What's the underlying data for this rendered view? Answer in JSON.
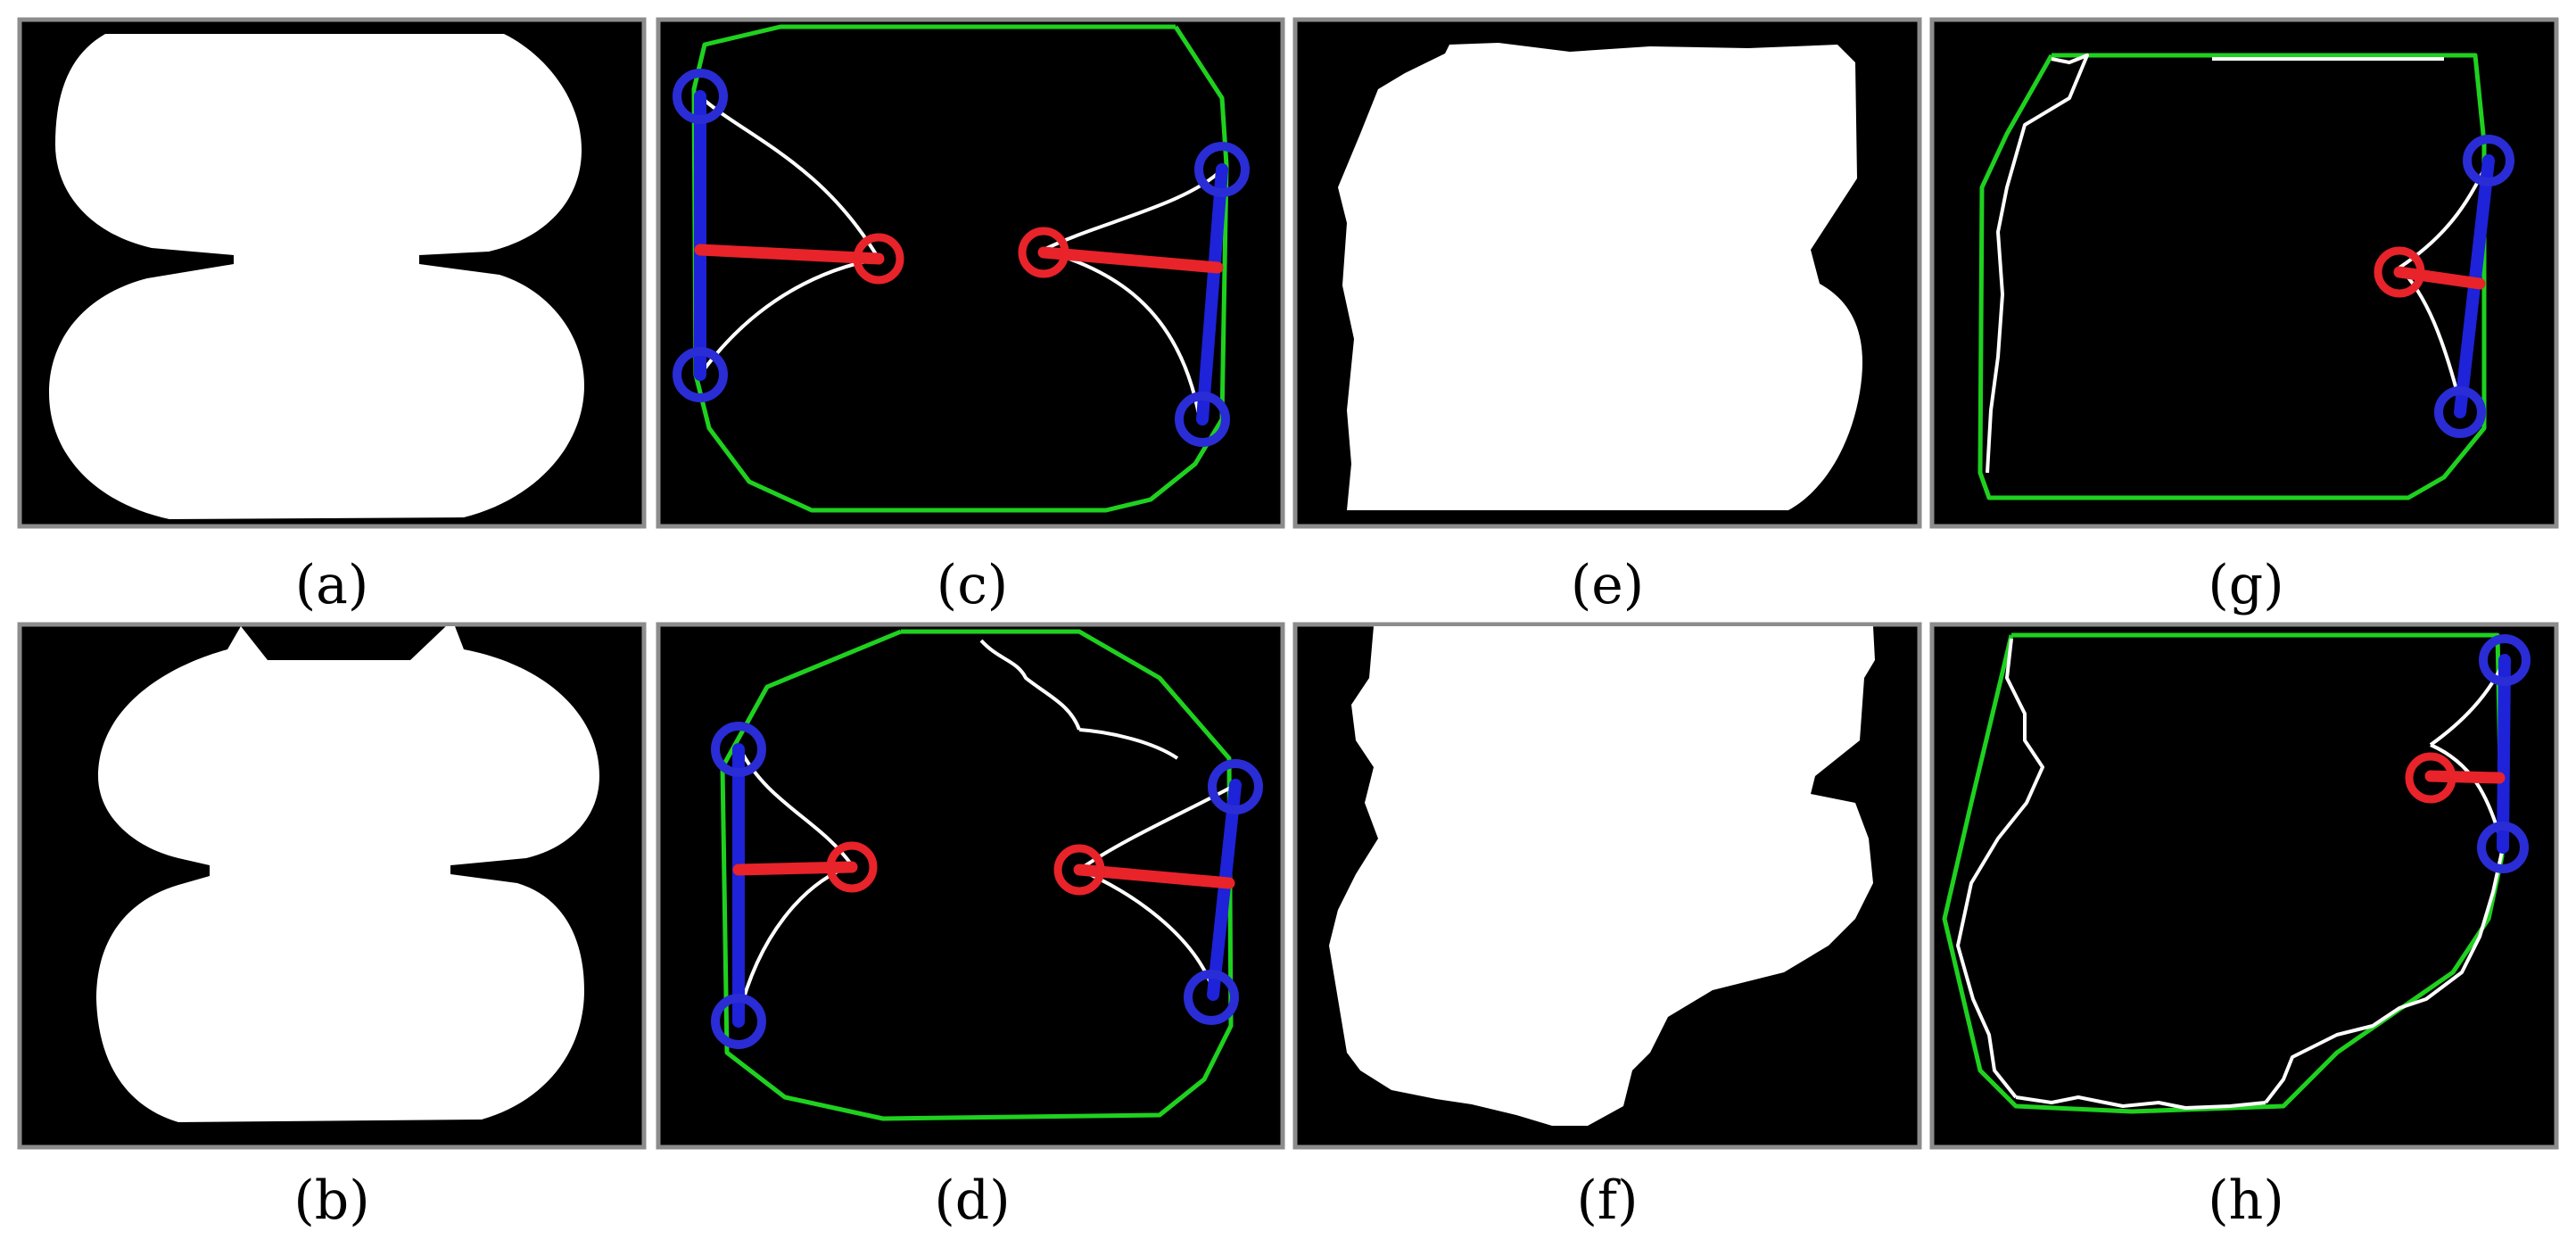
{
  "panels": {
    "a": {
      "caption": "(a)"
    },
    "b": {
      "caption": "(b)"
    },
    "c": {
      "caption": "(c)"
    },
    "d": {
      "caption": "(d)"
    },
    "e": {
      "caption": "(e)"
    },
    "f": {
      "caption": "(f)"
    },
    "g": {
      "caption": "(g)"
    },
    "h": {
      "caption": "(h)"
    }
  },
  "colors": {
    "background": "#000000",
    "blob": "#ffffff",
    "convex_hull": "#1fd11f",
    "contour": "#ffffff",
    "defect_point": "#e8232a",
    "hull_point": "#2a2cd6",
    "panel_border": "#8c8c8c"
  }
}
